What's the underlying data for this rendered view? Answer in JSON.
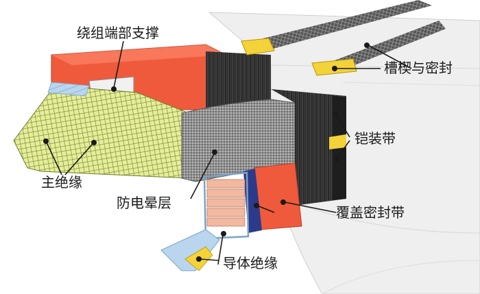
{
  "labels": {
    "end_support": "绕组端部支撑",
    "wedge_seal": "槽楔与密封",
    "armor_tape": "铠装带",
    "main_insulation": "主绝缘",
    "corona_layer": "防电晕层",
    "cover_seal_tape": "覆盖密封带",
    "conductor_insulation": "导体绝缘"
  },
  "colors": {
    "red_band": "#f05a3c",
    "yellow_mesh": "#e6ee9a",
    "gray_corona": "#9a9a9a",
    "dark_armor": "#2b2b2b",
    "yellow_wedge": "#f3d23a",
    "blue_conductor": "#b9d6ee",
    "peach_conductor": "#f3b8a0",
    "core_gray": "#eeeeee"
  }
}
